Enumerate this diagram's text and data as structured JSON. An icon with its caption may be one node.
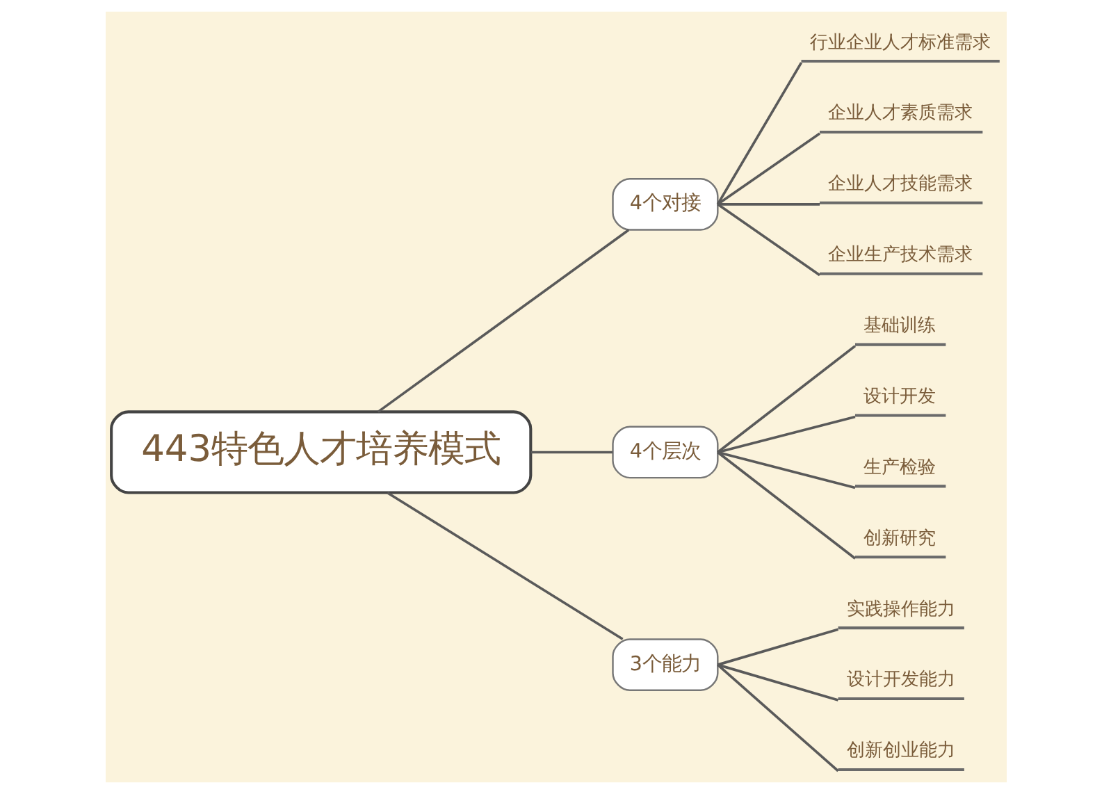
{
  "diagram": {
    "nodes": [
      {
        "text": [
          "443特色人才培养模式"
        ]
      },
      {
        "text": [
          "4个对接"
        ]
      },
      {
        "text": [
          "行业企业人才标准需求"
        ]
      },
      {
        "text": [
          "企业人才素质需求"
        ]
      },
      {
        "text": [
          "企业人才技能需求"
        ]
      },
      {
        "text": [
          "企业生产技术需求"
        ]
      },
      {
        "text": [
          "4个层次"
        ]
      },
      {
        "text": [
          "基础训练"
        ]
      },
      {
        "text": [
          "设计开发"
        ]
      },
      {
        "text": [
          "生产检验"
        ]
      },
      {
        "text": [
          "创新研究"
        ]
      },
      {
        "text": [
          "3个能力"
        ]
      },
      {
        "text": [
          "实践操作能力"
        ]
      },
      {
        "text": [
          "设计开发能力"
        ]
      },
      {
        "text": [
          "创新创业能力"
        ]
      }
    ],
    "edges": [
      {
        "from": 0,
        "to": 1,
        "arrow": "none"
      },
      {
        "from": 1,
        "to": 2,
        "arrow": "none"
      },
      {
        "from": 1,
        "to": 3,
        "arrow": "none"
      },
      {
        "from": 1,
        "to": 4,
        "arrow": "none"
      },
      {
        "from": 1,
        "to": 5,
        "arrow": "none"
      },
      {
        "from": 0,
        "to": 6,
        "arrow": "none"
      },
      {
        "from": 6,
        "to": 7,
        "arrow": "none"
      },
      {
        "from": 6,
        "to": 8,
        "arrow": "none"
      },
      {
        "from": 6,
        "to": 9,
        "arrow": "none"
      },
      {
        "from": 6,
        "to": 10,
        "arrow": "none"
      },
      {
        "from": 0,
        "to": 11,
        "arrow": "none"
      },
      {
        "from": 11,
        "to": 12,
        "arrow": "none"
      },
      {
        "from": 11,
        "to": 13,
        "arrow": "none"
      },
      {
        "from": 11,
        "to": 14,
        "arrow": "none"
      }
    ]
  }
}
